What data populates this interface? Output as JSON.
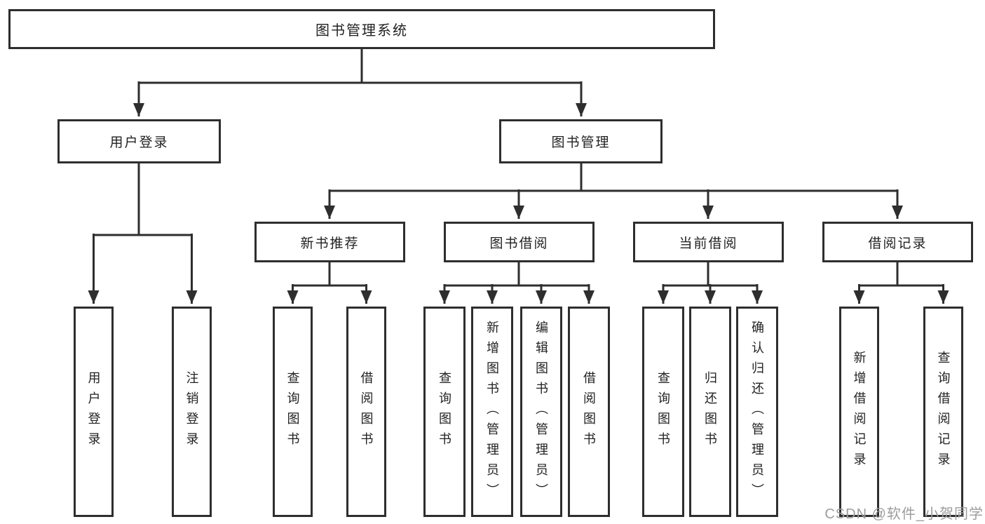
{
  "nodes": {
    "root": "图书管理系统",
    "user_login": "用户登录",
    "book_mgmt": "图书管理",
    "new_book": "新书推荐",
    "book_borrow": "图书借阅",
    "current_borrow": "当前借阅",
    "borrow_record": "借阅记录",
    "leaf_user_login": "用户登录",
    "leaf_logout": "注销登录",
    "leaf_nb_query": "查询图书",
    "leaf_nb_borrow": "借阅图书",
    "leaf_bb_query": "查询图书",
    "leaf_bb_add": "新增图书（管理员）",
    "leaf_bb_edit": "编辑图书（管理员）",
    "leaf_bb_borrow": "借阅图书",
    "leaf_cb_query": "查询图书",
    "leaf_cb_return": "归还图书",
    "leaf_cb_confirm": "确认归还（管理员）",
    "leaf_br_add": "新增借阅记录",
    "leaf_br_query": "查询借阅记录"
  },
  "tree": [
    {
      "parent": "图书管理系统",
      "children": [
        "用户登录",
        "图书管理"
      ]
    },
    {
      "parent": "用户登录",
      "children": [
        "用户登录",
        "注销登录"
      ]
    },
    {
      "parent": "图书管理",
      "children": [
        "新书推荐",
        "图书借阅",
        "当前借阅",
        "借阅记录"
      ]
    },
    {
      "parent": "新书推荐",
      "children": [
        "查询图书",
        "借阅图书"
      ]
    },
    {
      "parent": "图书借阅",
      "children": [
        "查询图书",
        "新增图书（管理员）",
        "编辑图书（管理员）",
        "借阅图书"
      ]
    },
    {
      "parent": "当前借阅",
      "children": [
        "查询图书",
        "归还图书",
        "确认归还（管理员）"
      ]
    },
    {
      "parent": "借阅记录",
      "children": [
        "新增借阅记录",
        "查询借阅记录"
      ]
    }
  ],
  "watermark": "CSDN @软件_小贺同学",
  "colors": {
    "line": "#2e2e2e",
    "text": "#222222",
    "box_fill": "#ffffff",
    "background": "#ffffff",
    "watermark": "#9d9d9d"
  }
}
